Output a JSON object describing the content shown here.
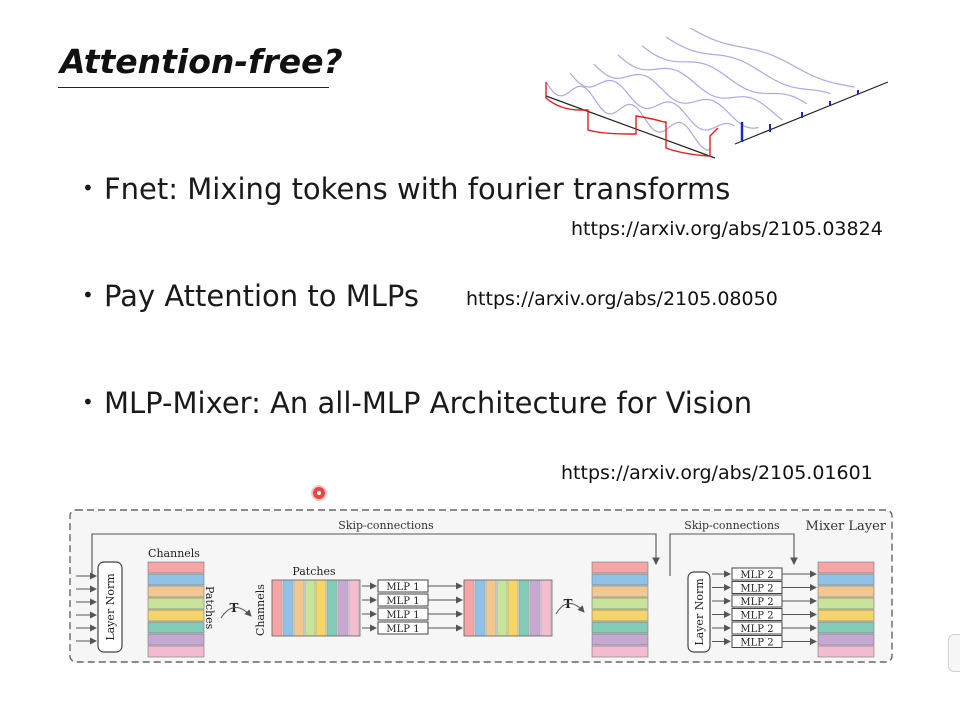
{
  "slide": {
    "title": "Attention-free?",
    "bullets": [
      {
        "text": "Fnet: Mixing tokens with fourier transforms",
        "link": "https://arxiv.org/abs/2105.03824"
      },
      {
        "text": "Pay Attention to MLPs",
        "link": "https://arxiv.org/abs/2105.08050"
      },
      {
        "text": "MLP-Mixer: An all-MLP Architecture for Vision",
        "link": "https://arxiv.org/abs/2105.01601"
      }
    ],
    "bullet_glyph": "•"
  },
  "diagram": {
    "skip_left": "Skip-connections",
    "skip_right": "Skip-connections",
    "mixer_layer": "Mixer Layer",
    "layer_norm": "Layer Norm",
    "channels": "Channels",
    "patches": "Patches",
    "transpose": "T",
    "mlp1": "MLP 1",
    "mlp2": "MLP 2"
  },
  "colors": {
    "stripes": [
      "#f4a6a6",
      "#8fc2e6",
      "#f2c88f",
      "#c9e39a",
      "#f5d56a",
      "#84cbb8",
      "#c7a8d2",
      "#f3bcd0"
    ]
  }
}
